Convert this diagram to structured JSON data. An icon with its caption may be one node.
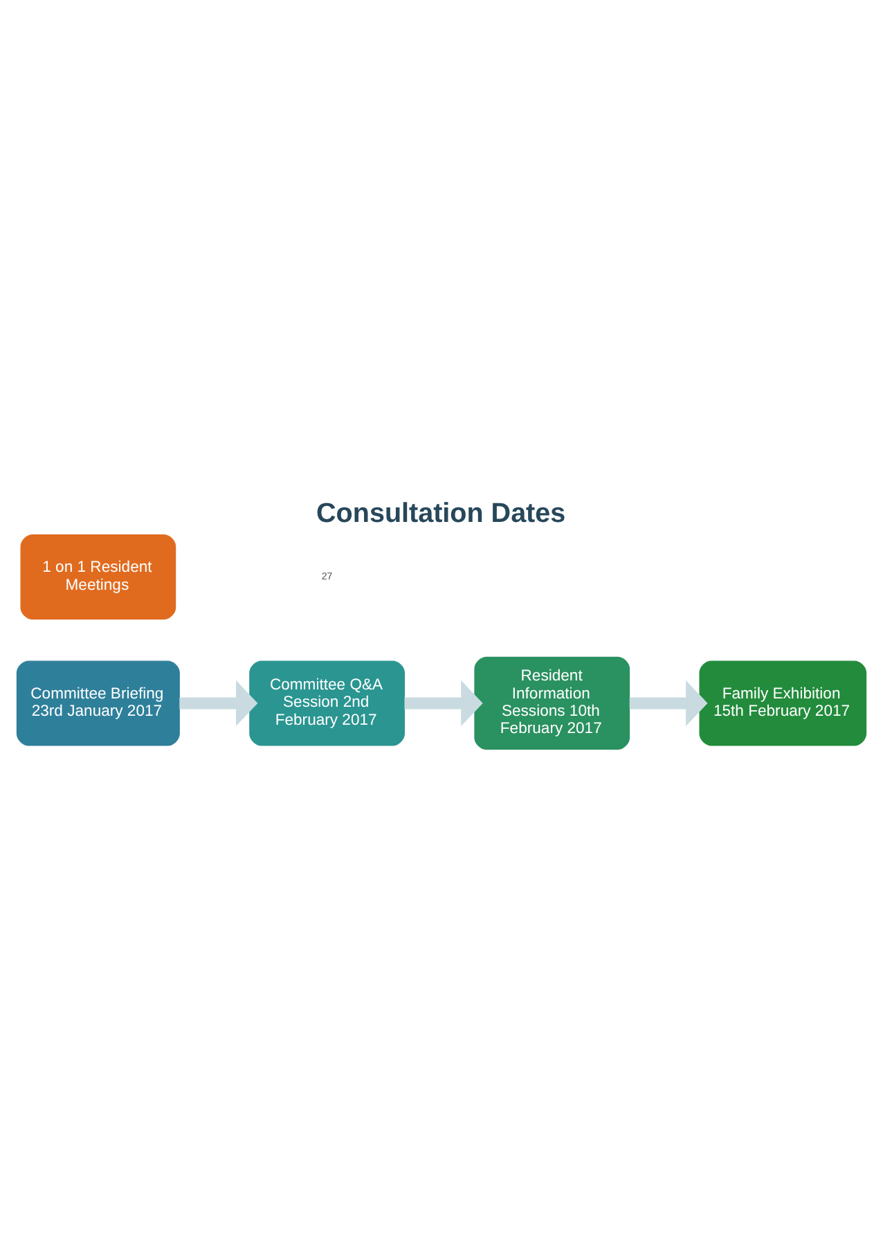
{
  "diagram": {
    "title": "Consultation Dates",
    "nodes": [
      {
        "text": [
          "Committee Briefing 23rd January 2017"
        ]
      },
      {
        "text": [
          "Committee Q&A Session 2nd February 2017"
        ]
      },
      {
        "text": [
          "Resident Information Sessions 10th February 2017"
        ]
      },
      {
        "text": [
          "Family Exhibition 15th February 2017"
        ]
      },
      {
        "text": [
          "1 on 1 Resident Meetings"
        ]
      }
    ],
    "edges": [
      {
        "from": 0,
        "to": 1,
        "arrow": "to"
      },
      {
        "from": 1,
        "to": 2,
        "arrow": "to"
      },
      {
        "from": 2,
        "to": 3,
        "arrow": "to"
      }
    ],
    "labels": [
      "27"
    ]
  }
}
